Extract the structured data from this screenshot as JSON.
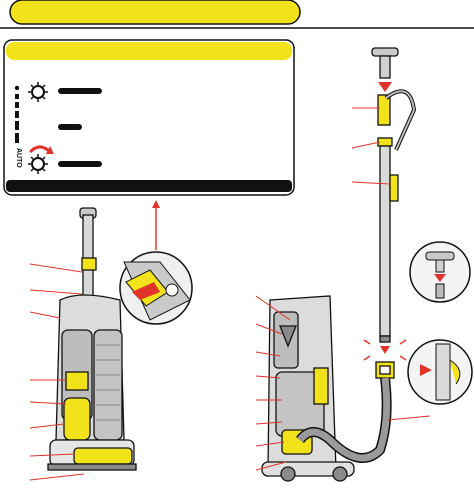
{
  "colors": {
    "accent_yellow": "#f2e21a",
    "outline": "#111111",
    "body_grey": "#c9c9c9",
    "dark_grey": "#8a8a8a",
    "callout_red": "#e0342a"
  },
  "icons": {
    "brush_on": "rotating-brush-icon",
    "brush_off": "brush-stop-icon",
    "height_scale": "height-adjust-scale-icon",
    "rotate_arrow": "curved-arrow-icon",
    "push_arrow": "push-arrow-icon"
  },
  "panel": {
    "auto_label": "AUTO"
  },
  "callouts": {
    "left_count": 8,
    "right_count": 12
  }
}
